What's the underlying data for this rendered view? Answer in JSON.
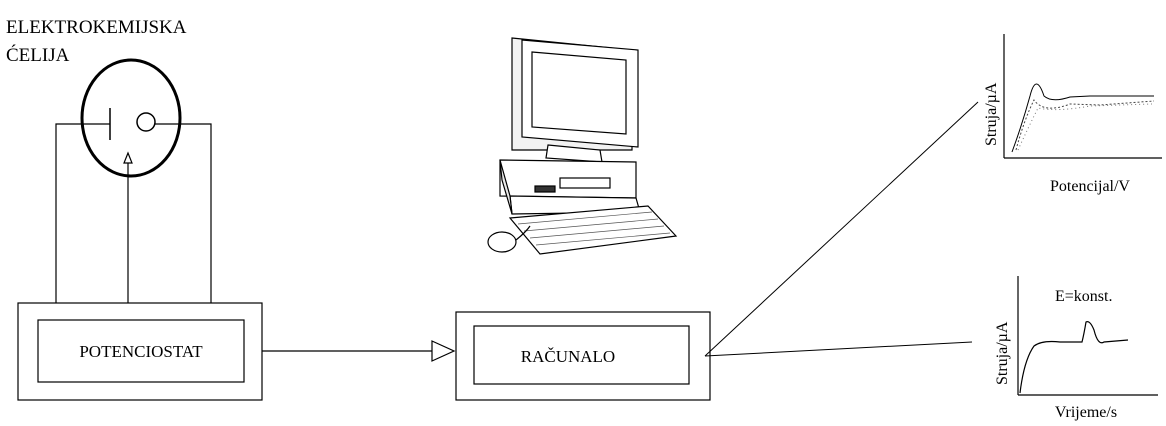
{
  "cell": {
    "label_line1": "ELEKTROKEMIJSKA",
    "label_line2": "ĆELIJA"
  },
  "potentiostat": {
    "label": "POTENCIOSTAT"
  },
  "computer_box": {
    "label": "RAČUNALO"
  },
  "computer_icon": {
    "icon": "desktop-computer-icon"
  },
  "plot_voltammogram": {
    "ylabel": "Struja/µA",
    "xlabel": "Potencijal/V"
  },
  "plot_chronoamperogram": {
    "ylabel": "Struja/µA",
    "xlabel": "Vrijeme/s",
    "annotation": "E=konst."
  },
  "colors": {
    "line": "#000000",
    "background": "#ffffff"
  }
}
